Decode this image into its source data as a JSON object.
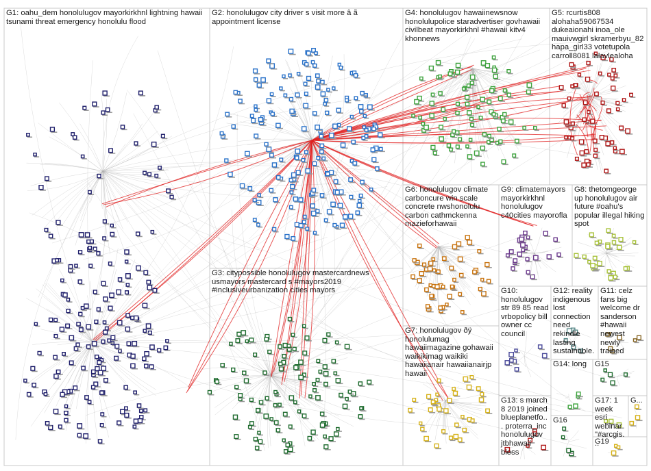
{
  "graph": {
    "colors": {
      "background": "#ffffff",
      "panel_border": "#c8c8c8",
      "edge_gray": "#b0b0b0",
      "edge_red": "#e02020",
      "g1": "#1f1f6b",
      "g2": "#2a72c9",
      "g3": "#1e6b2e",
      "g4": "#3da33d",
      "g5": "#b01818",
      "g6": "#c8730e",
      "g7": "#d6b21a",
      "g8": "#a8c23a",
      "g9": "#6b3a8c",
      "g10": "#4a4a9a",
      "g11": "#8a6a2a",
      "g12": "#5a8a8a"
    },
    "groups": [
      {
        "id": "G1",
        "label": "G1: oahu_dem honolulugov mayorkirkhnl lightning hawaii tsunami threat emergency honolulu flood"
      },
      {
        "id": "G2",
        "label": "G2: honolulugov city driver s visit more â ã appointment license"
      },
      {
        "id": "G3",
        "label": "G3: citypossible honolulugov mastercardnews usmayors mastercard s #mayors2019 #inclusiveurbanization cities mayors"
      },
      {
        "id": "G4",
        "label": "G4: honolulugov hawaiinewsnow honolulupolice staradvertiser govhawaii civilbeat mayorkirkhnl #hawaii kitv4 khonnews"
      },
      {
        "id": "G5",
        "label": "G5: rcurtis808 alohaha59067534 dukeaionahi inoa_ole mauivwgirl skramerbyu_82 hapa_girl33 votetupola carroll8081 lalavlealoha"
      },
      {
        "id": "G6",
        "label": "G6: honolulugov climate carboncure win scale concrete nwshonolulu carbon cathmckenna mazieforhawaii"
      },
      {
        "id": "G7",
        "label": "G7: honolulugov ðÿ honolulumag hawaiimagazine gohawaii waikikimag waikiki hawaiianair hawaiianairjp hawaii"
      },
      {
        "id": "G8",
        "label": "G8: thetomgeorge up honolulugov air future #oahu's popular illegal hiking spot"
      },
      {
        "id": "G9",
        "label": "G9: climatemayors mayorkirkhnl honolulugov c40cities mayorofla"
      },
      {
        "id": "G10",
        "label": "G10: honolulugov str 89 85 read vrbopolicy bill owner cc council"
      },
      {
        "id": "G11",
        "label": "G11: celz fans big welcome dr sanderson #hawaii newest newly trained"
      },
      {
        "id": "G12",
        "label": "G12: reality indigenous lost connection need rekindle lasting sustainable..."
      },
      {
        "id": "G13",
        "label": "G13: s march 8 2019 joined blueplanetfo... proterra_inc honolulugov jtbhawaii bless"
      },
      {
        "id": "G14",
        "label": "G14: long"
      },
      {
        "id": "G15",
        "label": "G15"
      },
      {
        "id": "G16",
        "label": "G16"
      },
      {
        "id": "G17",
        "label": "G17: 1 week esri webinar \"#arcgis..."
      },
      {
        "id": "G18",
        "label": "G..."
      },
      {
        "id": "G19",
        "label": "G19"
      }
    ]
  }
}
